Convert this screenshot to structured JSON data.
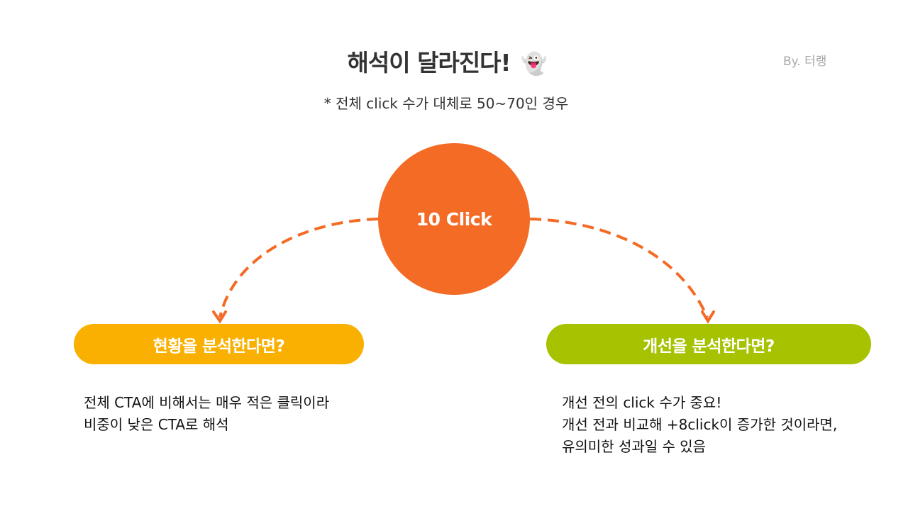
{
  "header": {
    "title": "해석이 달라진다!",
    "title_emoji": "👻",
    "author": "By. 터랭",
    "subtitle": "* 전체 click 수가 대체로 50~70인 경우"
  },
  "center_node": {
    "label": "10 Click",
    "color": "#f46b26"
  },
  "branches": [
    {
      "label": "현황을 분석한다면?",
      "color": "#f9b000",
      "description": [
        "전체 CTA에 비해서는 매우 적은 클릭이라",
        "비중이 낮은 CTA로 해석"
      ]
    },
    {
      "label": "개선을 분석한다면?",
      "color": "#a6c200",
      "description": [
        "개선 전의 click 수가 중요!",
        "개선 전과 비교해 +8click이 증가한 것이라면,",
        "유의미한 성과일 수 있음"
      ]
    }
  ],
  "connector_color": "#f46b26"
}
